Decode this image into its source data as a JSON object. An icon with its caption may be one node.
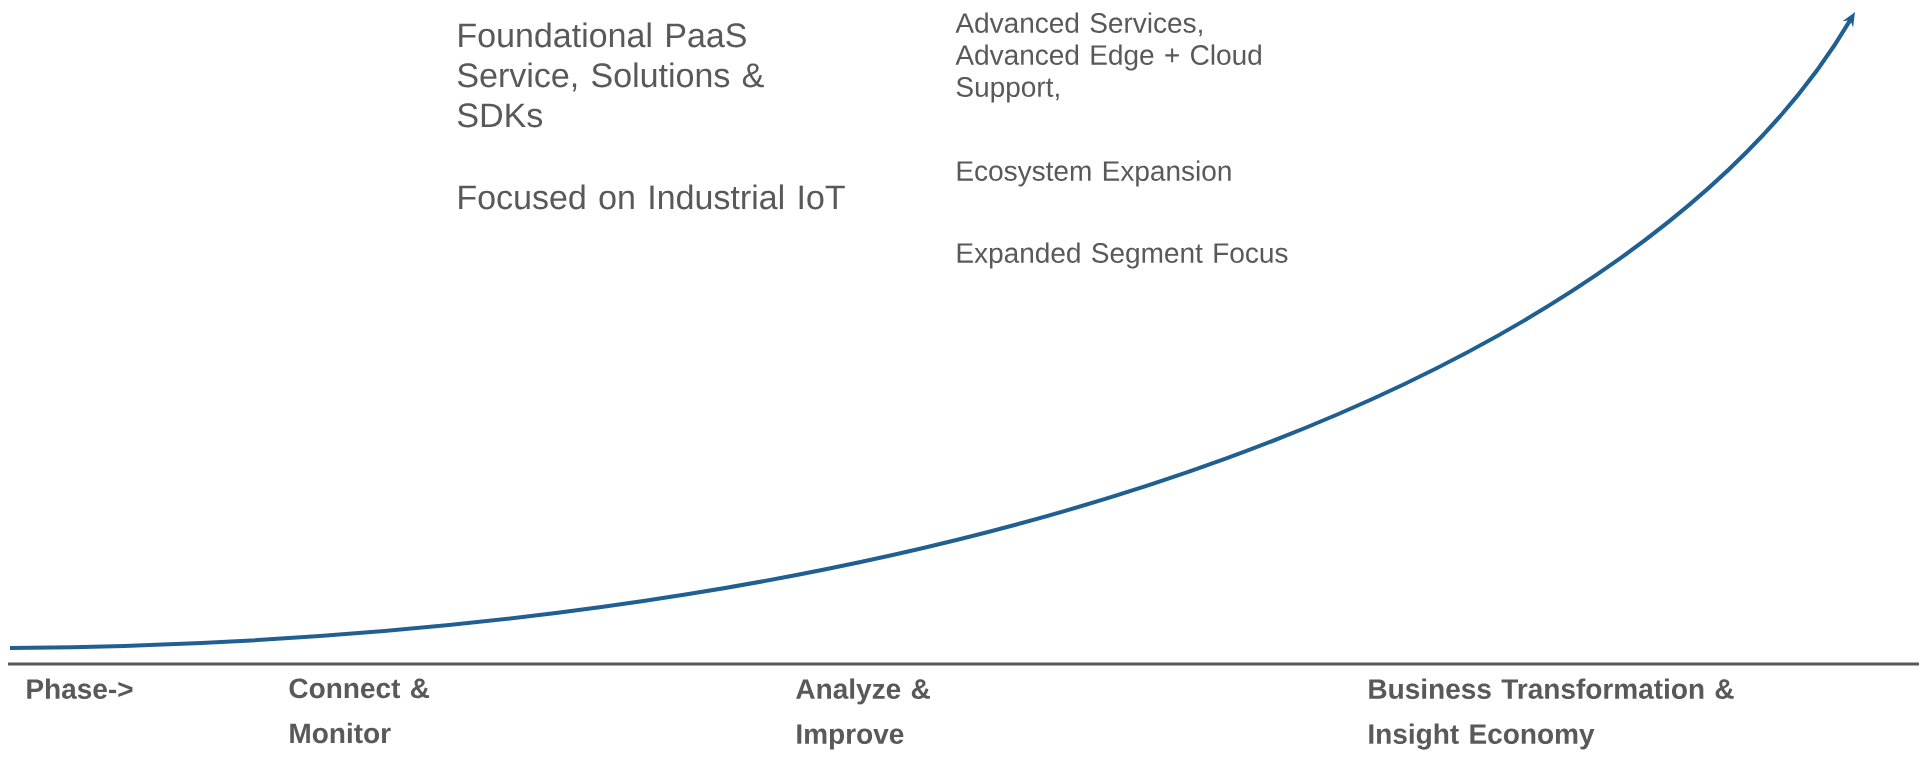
{
  "diagram": {
    "labels": [
      "Foundational PaaS Service, Solutions & SDKs",
      "Focused on Industrial IoT",
      "Advanced Services, Advanced Edge + Cloud Support,",
      "Ecosystem Expansion",
      "Expanded Segment Focus",
      "Phase->",
      "Connect & Monitor",
      "Analyze & Improve",
      "Business Transformation & Insight Economy"
    ]
  }
}
